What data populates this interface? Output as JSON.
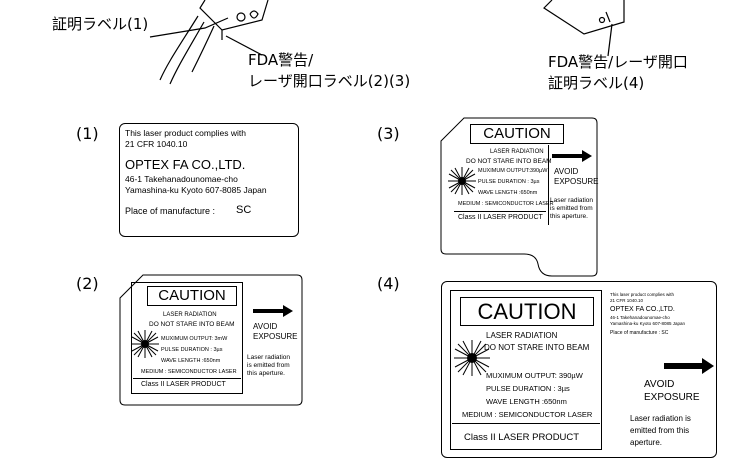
{
  "callouts": {
    "label1": "証明ラベル(1)",
    "fda_left_l1": "FDA警告/",
    "fda_left_l2": "レーザ開口ラベル(2)(3)",
    "fda_right_l1": "FDA警告/レーザ開口",
    "fda_right_l2": "証明ラベル(4)"
  },
  "numbers": {
    "n1": "(1)",
    "n2": "(2)",
    "n3": "(3)",
    "n4": "(4)"
  },
  "cert": {
    "line1": "This laser product complies with",
    "line2": "21 CFR 1040.10",
    "company": "OPTEX FA CO.,LTD.",
    "addr1": "46-1 Takehanadounomae-cho",
    "addr2": "Yamashina-ku Kyoto 607-8085 Japan",
    "place": "Place of manufacture :",
    "place_code": "SC"
  },
  "label2": {
    "caution": "CAUTION",
    "radiation": "LASER RADIATION",
    "stare": "DO NOT STARE INTO BEAM",
    "output": "MUXIMUM OUTPUT: 3mW",
    "pulse": "PULSE DURATION : 3µs",
    "wave": "WAVE LENGTH   :650nm",
    "medium": "MEDIUM : SEMICONDUCTOR LASER",
    "classline": "Class  II   LASER PRODUCT",
    "avoid1": "AVOID",
    "avoid2": "EXPOSURE",
    "emit1": "Laser radiation",
    "emit2": "is emitted from",
    "emit3": "this aperture."
  },
  "label3": {
    "caution": "CAUTION",
    "radiation": "LASER RADIATION",
    "stare": "DO NOT STARE INTO BEAM",
    "output": "MUXIMUM OUTPUT:390µW",
    "pulse": "PULSE DURATION : 3µs",
    "wave": "WAVE LENGTH   :650nm",
    "medium": "MEDIUM : SEMICONDUCTOR LASER",
    "classline": "Class  II   LASER PRODUCT",
    "avoid1": "AVOID",
    "avoid2": "EXPOSURE",
    "emit1": "Laser radiation",
    "emit2": "is emitted from",
    "emit3": "this aperture."
  },
  "label4": {
    "caution": "CAUTION",
    "radiation": "LASER RADIATION",
    "stare": "DO NOT STARE INTO BEAM",
    "output": "MUXIMUM  OUTPUT:  390µW",
    "pulse": "PULSE  DURATION  :  3µs",
    "wave": "WAVE  LENGTH     :650nm",
    "medium": "MEDIUM : SEMICONDUCTOR LASER",
    "classline": "Class  II   LASER PRODUCT",
    "cert1": "This laser product complies with",
    "cert2": "21 CFR 1040.10",
    "company": "OPTEX FA CO.,LTD.",
    "addr1": "46-1 Takehanadounomae-cho",
    "addr2": "Yamashina-ku Kyoto 607-8085 Japan",
    "place": "Place of manufacture :   SC",
    "avoid1": "AVOID",
    "avoid2": "EXPOSURE",
    "emit1": "Laser radiation is",
    "emit2": "emitted from this",
    "emit3": "aperture."
  }
}
